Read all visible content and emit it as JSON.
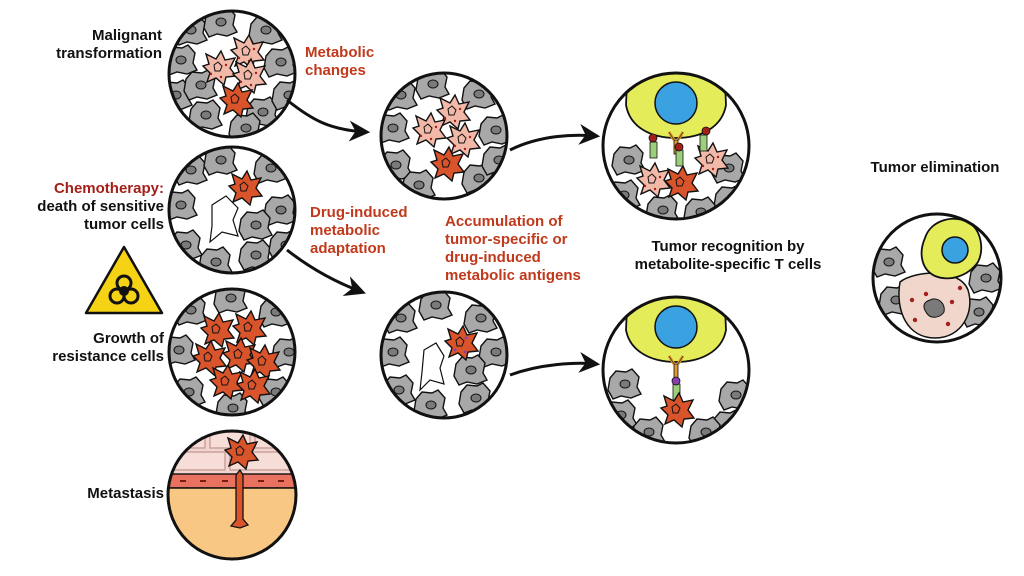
{
  "labels": {
    "malignant": "Malignant\ntransformation",
    "metabolic_changes": "Metabolic\nchanges",
    "chemotherapy_title": "Chemotherapy:",
    "chemotherapy_body": "death of sensitive\ntumor cells",
    "drug_induced": "Drug-induced\nmetabolic\nadaptation",
    "growth": "Growth of\nresistance cells",
    "metastasis": "Metastasis",
    "accumulation": "Accumulation of\ntumor-specific or\ndrug-induced\nmetabolic antigens",
    "recognition": "Tumor recognition by\nmetabolite-specific T cells",
    "elimination": "Tumor elimination"
  },
  "colors": {
    "accent_red": "#c0391b",
    "chemo_red": "#a3201a",
    "tumor_cell": "#d9532b",
    "early_tumor_cell": "#f2b8a8",
    "normal_cell": "#a8a8a8",
    "t_cell": "#e4ec5a",
    "t_cell_nucleus": "#3aa2e0",
    "hazard_yellow": "#f5d214",
    "skin_tone": "#f7c783"
  },
  "icons": [
    "biohazard-icon"
  ]
}
